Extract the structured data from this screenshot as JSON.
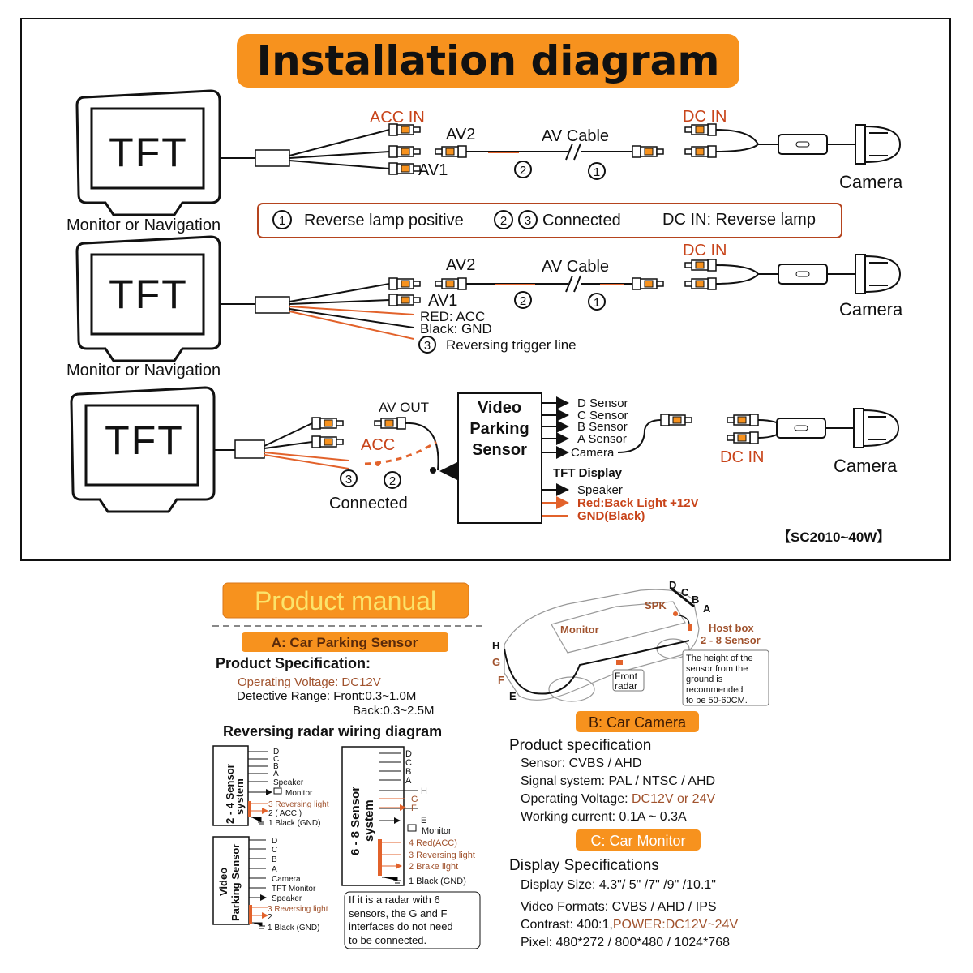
{
  "installation": {
    "title": "Installation diagram",
    "monitor_text": "TFT",
    "monitor_label": "Monitor or Navigation",
    "camera_label": "Camera",
    "row1": {
      "acc_in": "ACC IN",
      "av1": "AV1",
      "av2": "AV2",
      "av_cable": "AV Cable",
      "dc_in": "DC IN",
      "circle2": "2",
      "circle1": "1"
    },
    "legend": {
      "c1": "1",
      "item1": "Reverse lamp positive",
      "c2": "2",
      "c3": "3",
      "item2": "Connected",
      "item3": "DC IN: Reverse lamp"
    },
    "row2": {
      "av2": "AV2",
      "av1": "AV1",
      "av_cable": "AV Cable",
      "dc_in": "DC IN",
      "red_acc": "RED: ACC",
      "black_gnd": "Black: GND",
      "circle3": "3",
      "trigger": "Reversing trigger line",
      "circle2": "2",
      "circle1": "1"
    },
    "row3": {
      "av_out": "AV OUT",
      "acc": "ACC",
      "circle3": "3",
      "circle2": "2",
      "connected": "Connected",
      "box_lines": [
        "Video",
        "Parking",
        "Sensor"
      ],
      "outputs": [
        "D  Sensor",
        "C  Sensor",
        "B  Sensor",
        "A  Sensor",
        "Camera",
        "TFT Display",
        "Speaker",
        "Red:Back Light  +12V",
        "GND(Black)"
      ],
      "dc_in": "DC IN"
    },
    "model": "【SC2010~40W】"
  },
  "manual": {
    "title": "Product manual",
    "section_a": "A: Car Parking Sensor",
    "spec_title": "Product Specification:",
    "voltage": "Operating Voltage: DC12V",
    "range_front": "Detective Range: Front:0.3~1.0M",
    "range_back": "Back:0.3~2.5M",
    "wiring_title": "Reversing radar wiring diagram",
    "sys24": {
      "title1": "2 - 4 Sensor",
      "title2": "system",
      "items": [
        "D",
        "C",
        "B",
        "A",
        "Speaker",
        "Monitor"
      ],
      "power": [
        "3 Reversing light",
        "2 ( ACC )",
        "1 Black (GND)"
      ]
    },
    "sysvideo": {
      "title1": "Video",
      "title2": "Parking Sensor",
      "items": [
        "D",
        "C",
        "B",
        "A",
        "Camera",
        "TFT Monitor",
        "Speaker"
      ],
      "power": [
        "3 Reversing light",
        "2",
        "1 Black (GND)"
      ]
    },
    "sys68": {
      "title1": "6 - 8 Sensor",
      "title2": "system",
      "items": [
        "D",
        "C",
        "B",
        "A",
        "H",
        "G",
        "F",
        "E",
        "Monitor"
      ],
      "power": [
        "4  Red(ACC)",
        "3  Reversing light",
        "2  Brake light",
        "1  Black (GND)"
      ]
    },
    "note": [
      "If it is a radar with 6",
      "sensors, the G and F",
      "interfaces do not need",
      "to be connected."
    ],
    "car": {
      "monitor": "Monitor",
      "spk": "SPK",
      "host1": "Host box",
      "host2": "2 - 8 Sensor",
      "front1": "Front",
      "front2": "radar",
      "letters": [
        "D",
        "C",
        "B",
        "A",
        "H",
        "G",
        "F",
        "E"
      ],
      "height_note": [
        "The height of the",
        "sensor from the",
        "ground is",
        "recommended",
        "to be 50-60CM."
      ]
    },
    "section_b": "B: Car Camera",
    "camera_spec_title": "Product specification",
    "camera_specs": {
      "sensor": "Sensor: CVBS / AHD",
      "signal": "Signal system: PAL / NTSC / AHD",
      "voltage_label": "Operating Voltage: ",
      "voltage_value": "DC12V or 24V",
      "current": "Working current: 0.1A ~ 0.3A"
    },
    "section_c": "C: Car Monitor",
    "display_spec_title": "Display Specifications",
    "display_specs": {
      "size": "Display Size: 4.3\"/ 5\" /7\" /9\" /10.1\"",
      "formats": "Video Formats: CVBS / AHD / IPS",
      "contrast_label": "Contrast: 400:1,",
      "power": "POWER:DC12V~24V",
      "pixel": "Pixel: 480*272 / 800*480 / 1024*768"
    }
  },
  "colors": {
    "orange": "#f7921e",
    "red_text": "#c8441a",
    "brown_text": "#a0522d",
    "pill_text_yellow": "#fbe36a"
  }
}
